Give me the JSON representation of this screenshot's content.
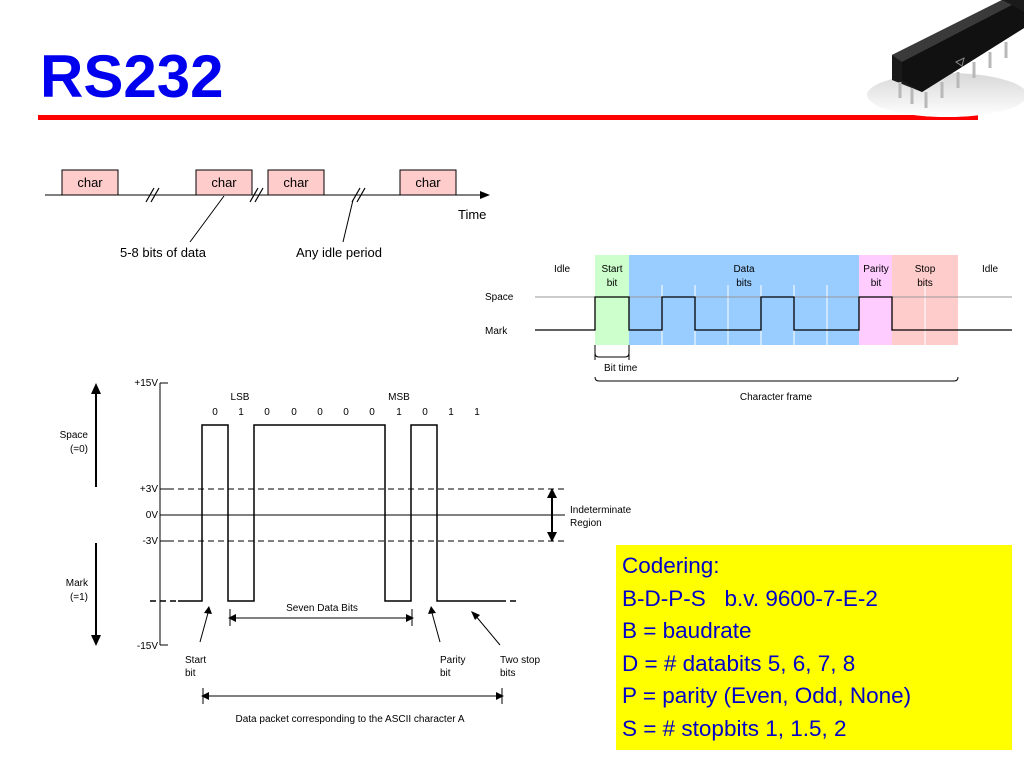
{
  "slide": {
    "title": "RS232"
  },
  "top_diagram": {
    "char_labels": [
      "char",
      "char",
      "char",
      "char"
    ],
    "time_label": "Time",
    "caption_left": "5-8 bits of data",
    "caption_right": "Any idle period"
  },
  "frame_diagram": {
    "segments": {
      "idle_left": "Idle",
      "start": [
        "Start",
        "bit"
      ],
      "data": [
        "Data",
        "bits"
      ],
      "parity": [
        "Parity",
        "bit"
      ],
      "stop": [
        "Stop",
        "bits"
      ],
      "idle_right": "Idle"
    },
    "level_space": "Space",
    "level_mark": "Mark",
    "bit_time": "Bit time",
    "character_frame": "Character frame",
    "colors": {
      "start": "#ccffcc",
      "data": "#99ccff",
      "parity": "#ffccff",
      "stop": "#ffcccc"
    }
  },
  "waveform_diagram": {
    "voltages": [
      "+15V",
      "+3V",
      "0V",
      "-3V",
      "-15V"
    ],
    "space_label": [
      "Space",
      "(=0)"
    ],
    "mark_label": [
      "Mark",
      "(=1)"
    ],
    "lsb": "LSB",
    "msb": "MSB",
    "bits": [
      "0",
      "1",
      "0",
      "0",
      "0",
      "0",
      "0",
      "1",
      "0",
      "1",
      "1"
    ],
    "indeterminate": [
      "Indeterminate",
      "Region"
    ],
    "seven_data_bits": "Seven Data Bits",
    "start_bit": [
      "Start",
      "bit"
    ],
    "parity_bit": [
      "Parity",
      "bit"
    ],
    "two_stop_bits": [
      "Two stop",
      "bits"
    ],
    "packet_caption": "Data packet corresponding to the ASCII character A"
  },
  "note": {
    "lines": [
      "Codering:",
      "B-D-P-S   b.v. 9600-7-E-2",
      "B = baudrate",
      "D = # databits 5, 6, 7, 8",
      "P = parity (Even, Odd, None)",
      "S = # stopbits 1, 1.5, 2"
    ],
    "background": "#ffff00",
    "text_color": "#0000c8"
  }
}
